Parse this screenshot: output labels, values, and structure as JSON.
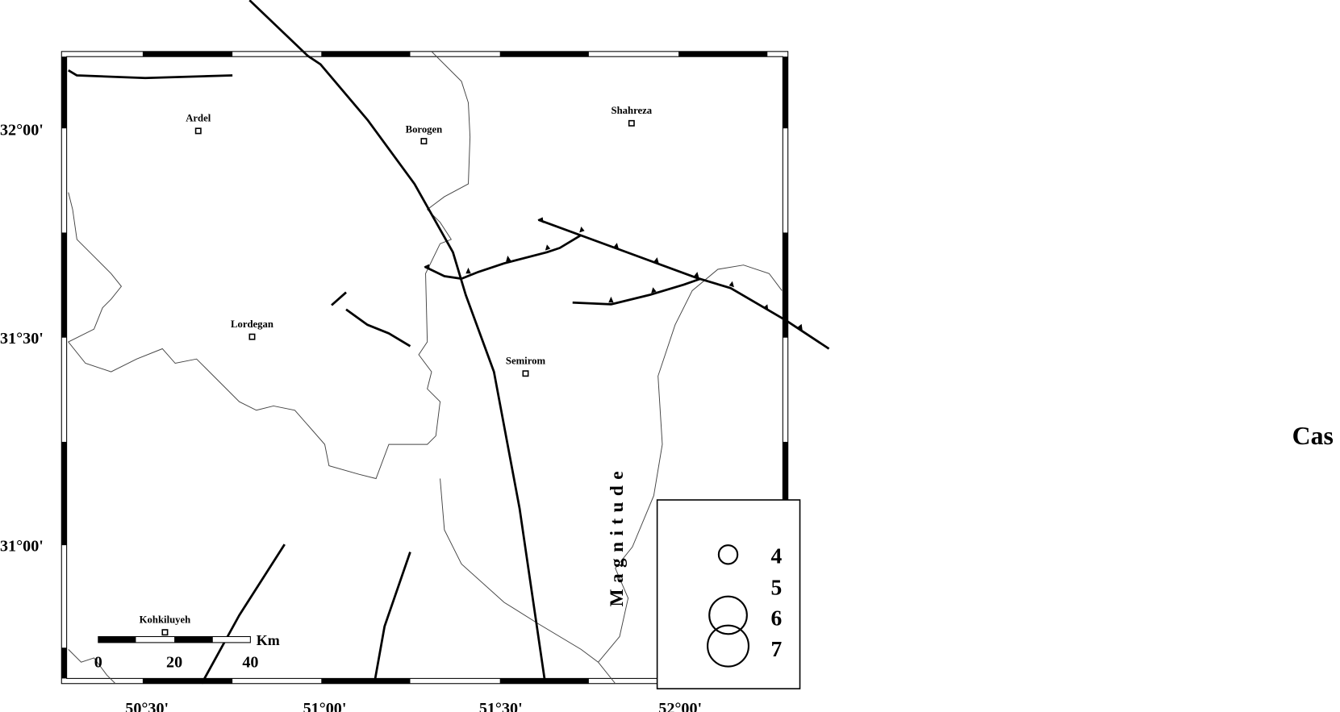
{
  "map": {
    "lat_labels": [
      "32°00'",
      "31°30'",
      "31°00'"
    ],
    "lon_labels": [
      "50°30'",
      "51°00'",
      "51°30'",
      "52°00'"
    ],
    "cities": [
      {
        "name": "Ardel"
      },
      {
        "name": "Borogen"
      },
      {
        "name": "Shahreza"
      },
      {
        "name": "Lordegan"
      },
      {
        "name": "Semirom"
      },
      {
        "name": "Kohkiluyeh"
      }
    ],
    "scale_bar": {
      "unit": "Km",
      "labels": [
        "0",
        "20",
        "40"
      ]
    },
    "legend": {
      "title": "Magnitude",
      "magnitudes": [
        "4",
        "5",
        "6",
        "7"
      ]
    },
    "side_text": "Cas"
  }
}
